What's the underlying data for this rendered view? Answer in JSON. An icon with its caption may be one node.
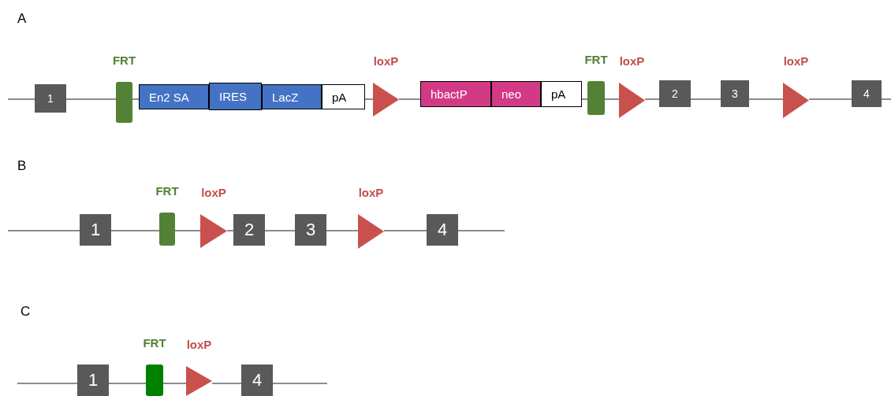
{
  "diagram": {
    "nodes": [
      {
        "text": [
          "1"
        ]
      },
      {
        "text": [
          "FRT"
        ]
      },
      {
        "text": [
          "En2 SA"
        ]
      },
      {
        "text": [
          "IRES"
        ]
      },
      {
        "text": [
          "LacZ"
        ]
      },
      {
        "text": [
          "pA"
        ]
      },
      {
        "text": [
          "loxP"
        ]
      },
      {
        "text": [
          "hbactP"
        ]
      },
      {
        "text": [
          "neo"
        ]
      },
      {
        "text": [
          "pA"
        ]
      },
      {
        "text": [
          "FRT"
        ]
      },
      {
        "text": [
          "loxP"
        ]
      },
      {
        "text": [
          "2"
        ]
      },
      {
        "text": [
          "3"
        ]
      },
      {
        "text": [
          "loxP"
        ]
      },
      {
        "text": [
          "4"
        ]
      },
      {
        "text": [
          "1"
        ]
      },
      {
        "text": [
          "FRT"
        ]
      },
      {
        "text": [
          "loxP"
        ]
      },
      {
        "text": [
          "2"
        ]
      },
      {
        "text": [
          "3"
        ]
      },
      {
        "text": [
          "loxP"
        ]
      },
      {
        "text": [
          "4"
        ]
      },
      {
        "text": [
          "1"
        ]
      },
      {
        "text": [
          "FRT"
        ]
      },
      {
        "text": [
          "loxP"
        ]
      },
      {
        "text": [
          "4"
        ]
      }
    ],
    "edges": [
      {
        "from": null,
        "to": 0,
        "arrow": "none"
      },
      {
        "from": 0,
        "to": 1,
        "arrow": "none"
      },
      {
        "from": 1,
        "to": 2,
        "arrow": "none"
      },
      {
        "from": 5,
        "to": 6,
        "arrow": "none"
      },
      {
        "from": 6,
        "to": 7,
        "arrow": "none"
      },
      {
        "from": 9,
        "to": 10,
        "arrow": "none"
      },
      {
        "from": 10,
        "to": 11,
        "arrow": "none"
      },
      {
        "from": 11,
        "to": 12,
        "arrow": "none"
      },
      {
        "from": 12,
        "to": 13,
        "arrow": "none"
      },
      {
        "from": 13,
        "to": 14,
        "arrow": "none"
      },
      {
        "from": 14,
        "to": 15,
        "arrow": "none"
      },
      {
        "from": 15,
        "to": null,
        "arrow": "none"
      },
      {
        "from": null,
        "to": 16,
        "arrow": "none"
      },
      {
        "from": 16,
        "to": 17,
        "arrow": "none"
      },
      {
        "from": 17,
        "to": 18,
        "arrow": "none"
      },
      {
        "from": 18,
        "to": 19,
        "arrow": "none"
      },
      {
        "from": 19,
        "to": 20,
        "arrow": "none"
      },
      {
        "from": 20,
        "to": 21,
        "arrow": "none"
      },
      {
        "from": 21,
        "to": 22,
        "arrow": "none"
      },
      {
        "from": 22,
        "to": null,
        "arrow": "none"
      },
      {
        "from": null,
        "to": 23,
        "arrow": "none"
      },
      {
        "from": 23,
        "to": 24,
        "arrow": "none"
      },
      {
        "from": 24,
        "to": 25,
        "arrow": "none"
      },
      {
        "from": 25,
        "to": 26,
        "arrow": "none"
      },
      {
        "from": 26,
        "to": null,
        "arrow": "none"
      }
    ],
    "labels": [
      "A",
      "B",
      "C"
    ]
  }
}
